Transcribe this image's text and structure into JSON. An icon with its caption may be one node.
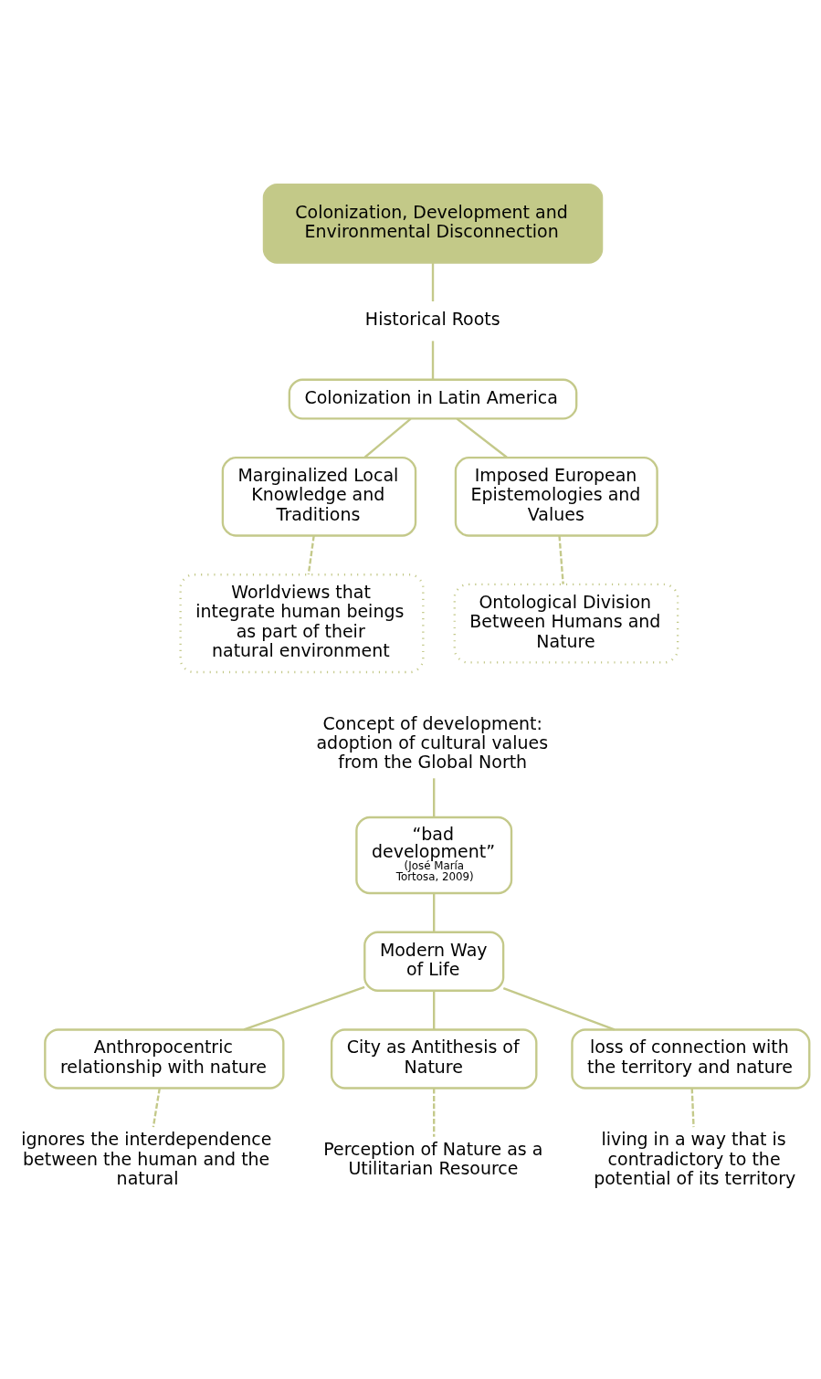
{
  "diagram": {
    "nodes": [
      {
        "text": [
          "Colonization, Development and Environmental Disconnection"
        ]
      },
      {
        "text": [
          "Historical Roots"
        ]
      },
      {
        "text": [
          "Colonization in Latin America"
        ]
      },
      {
        "text": [
          "Marginalized Local Knowledge and Traditions"
        ]
      },
      {
        "text": [
          "Imposed European Epistemologies and Values"
        ]
      },
      {
        "text": [
          "Worldviews that integrate human beings as part of their natural environment"
        ]
      },
      {
        "text": [
          "Ontological Division Between Humans and Nature"
        ]
      },
      {
        "text": [
          "Concept of development: adoption of cultural values from the Global North"
        ]
      },
      {
        "text": [
          "“bad development”",
          "(José María Tortosa, 2009)"
        ]
      },
      {
        "text": [
          "Modern Way of Life"
        ]
      },
      {
        "text": [
          "Anthropocentric relationship with nature"
        ]
      },
      {
        "text": [
          "City as Antithesis of Nature"
        ]
      },
      {
        "text": [
          "loss of connection with the territory and nature"
        ]
      },
      {
        "text": [
          "ignores the interdependence between the human and the natural"
        ]
      },
      {
        "text": [
          "Perception of Nature as a Utilitarian Resource"
        ]
      },
      {
        "text": [
          "living in a way that is contradictory to the potential of its territory"
        ]
      }
    ],
    "edges": [
      {
        "from": 0,
        "to": 1,
        "arrow": "none"
      },
      {
        "from": 1,
        "to": 2,
        "arrow": "none"
      },
      {
        "from": 2,
        "to": 3,
        "arrow": "none"
      },
      {
        "from": 2,
        "to": 4,
        "arrow": "none"
      },
      {
        "from": 3,
        "to": 5,
        "arrow": "none",
        "style": "dashed"
      },
      {
        "from": 4,
        "to": 6,
        "arrow": "none",
        "style": "dashed"
      },
      {
        "from": 7,
        "to": 8,
        "arrow": "none"
      },
      {
        "from": 8,
        "to": 9,
        "arrow": "none"
      },
      {
        "from": 9,
        "to": 10,
        "arrow": "none"
      },
      {
        "from": 9,
        "to": 11,
        "arrow": "none"
      },
      {
        "from": 9,
        "to": 12,
        "arrow": "none"
      },
      {
        "from": 10,
        "to": 13,
        "arrow": "none",
        "style": "dashed"
      },
      {
        "from": 11,
        "to": 14,
        "arrow": "none",
        "style": "dashed"
      },
      {
        "from": 12,
        "to": 15,
        "arrow": "none",
        "style": "dashed"
      }
    ]
  }
}
